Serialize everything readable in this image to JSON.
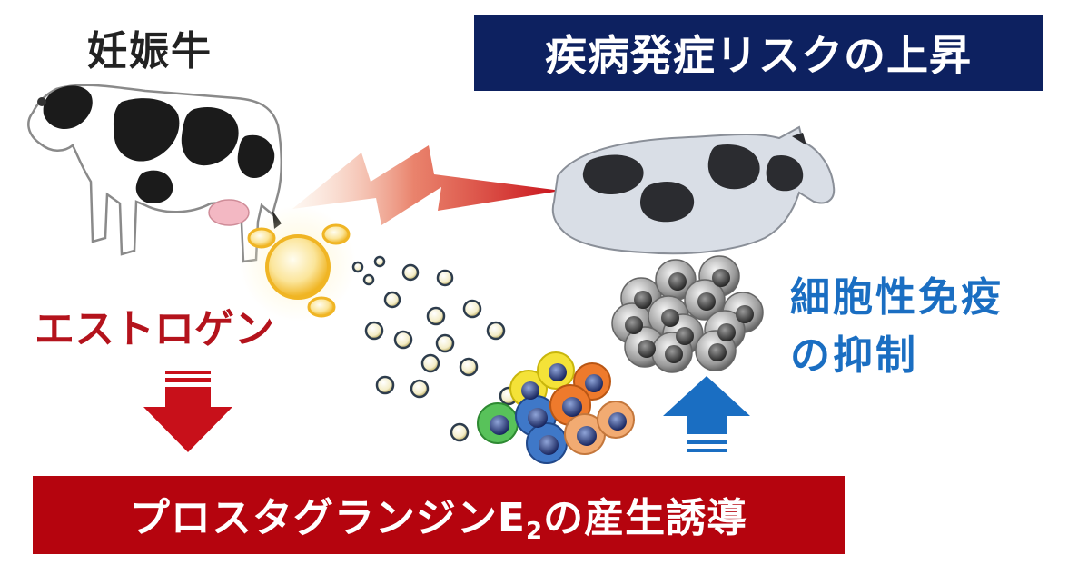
{
  "labels": {
    "pregnant_cow": "妊娠牛",
    "disease_risk": "疾病発症リスクの上昇",
    "estrogen": "エストロゲン",
    "immune_line1": "細胞性免疫",
    "immune_line2": "の抑制",
    "pge_main": "プロスタグランジンE",
    "pge_sub": "2",
    "pge_tail": "の産生誘導"
  },
  "colors": {
    "navy_banner": "#0d2160",
    "red_banner": "#b5040e",
    "estrogen_text": "#b4131c",
    "immune_text": "#1a6ec2",
    "down_arrow": "#c8101a",
    "up_arrow": "#1a6ec2"
  },
  "icons": [
    "pregnant-cow-illustration",
    "lying-cow-illustration",
    "lightning-bolt",
    "estrogen-cell",
    "immune-cells",
    "down-arrow-icon",
    "up-arrow-icon"
  ]
}
